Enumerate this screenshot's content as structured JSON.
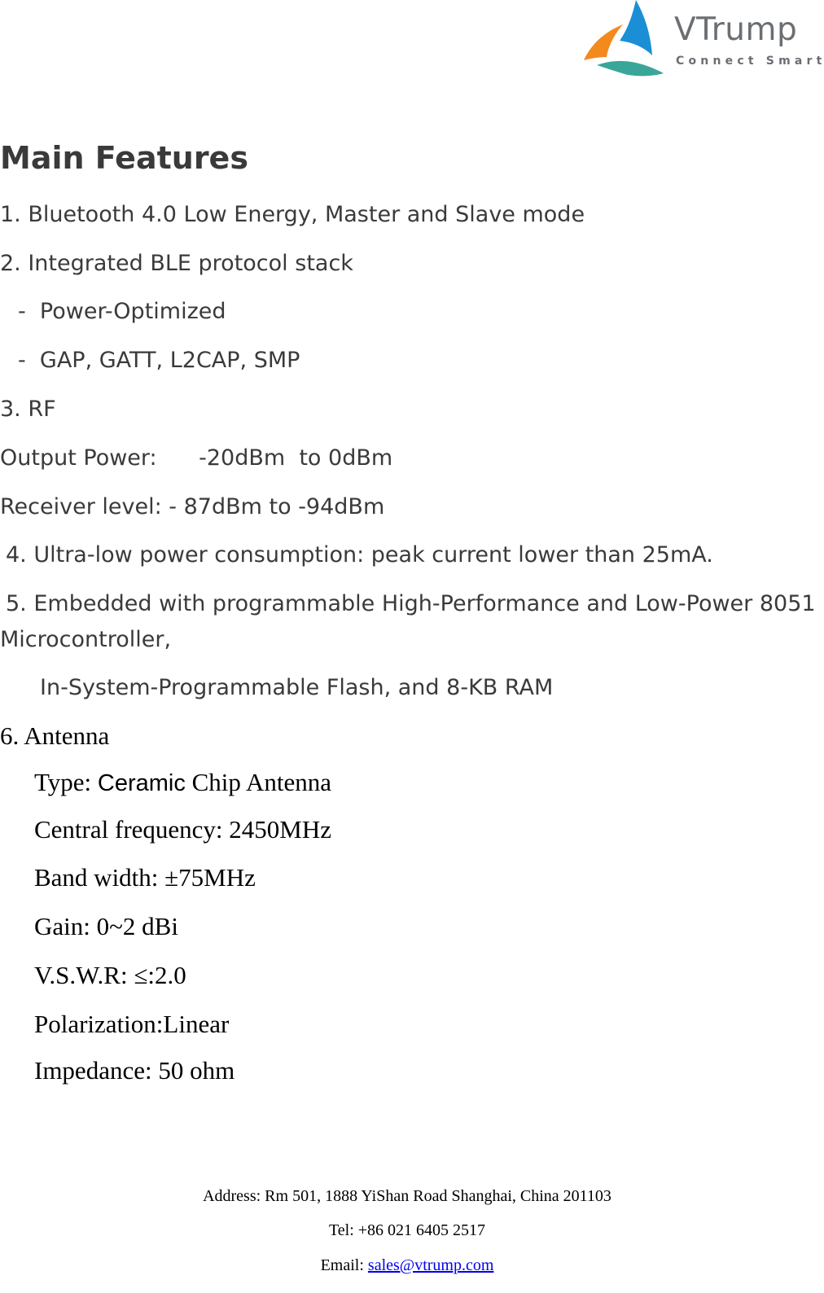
{
  "brand": {
    "name": "VTrump",
    "tagline": "Connect Smart",
    "colors": {
      "orange": "#f28a1e",
      "blue": "#1a8fd6",
      "teal": "#3aa69a",
      "text": "#6b6f73"
    }
  },
  "document": {
    "title": "Main Features",
    "features": [
      "1. Bluetooth 4.0 Low Energy, Master and Slave mode",
      "2. Integrated BLE protocol stack",
      "-  Power-Optimized",
      "-  GAP, GATT, L2CAP, SMP",
      "3. RF",
      "Output Power:      -20dBm  to 0dBm",
      "Receiver level: - 87dBm to -94dBm",
      "4. Ultra-low power consumption: peak current lower than 25mA.",
      "5. Embedded with programmable High-Performance and Low-Power 8051",
      "Microcontroller,",
      "In-System-Programmable Flash, and 8-KB RAM"
    ],
    "antenna": {
      "heading": "6. Antenna",
      "type_label": "Type: ",
      "type_ceramic": "Ceramic",
      "type_rest": " Chip Antenna",
      "specs": [
        "Central frequency: 2450MHz",
        "Band width: ±75MHz",
        "Gain: 0~2 dBi",
        "V.S.W.R: ≤:2.0",
        "Polarization:Linear",
        "Impedance: 50 ohm"
      ]
    }
  },
  "footer": {
    "address": "Address: Rm 501, 1888 YiShan Road Shanghai, China 201103",
    "tel": "Tel: +86 021 6405 2517",
    "email_label": "Email: ",
    "email": "sales@vtrump.com"
  }
}
